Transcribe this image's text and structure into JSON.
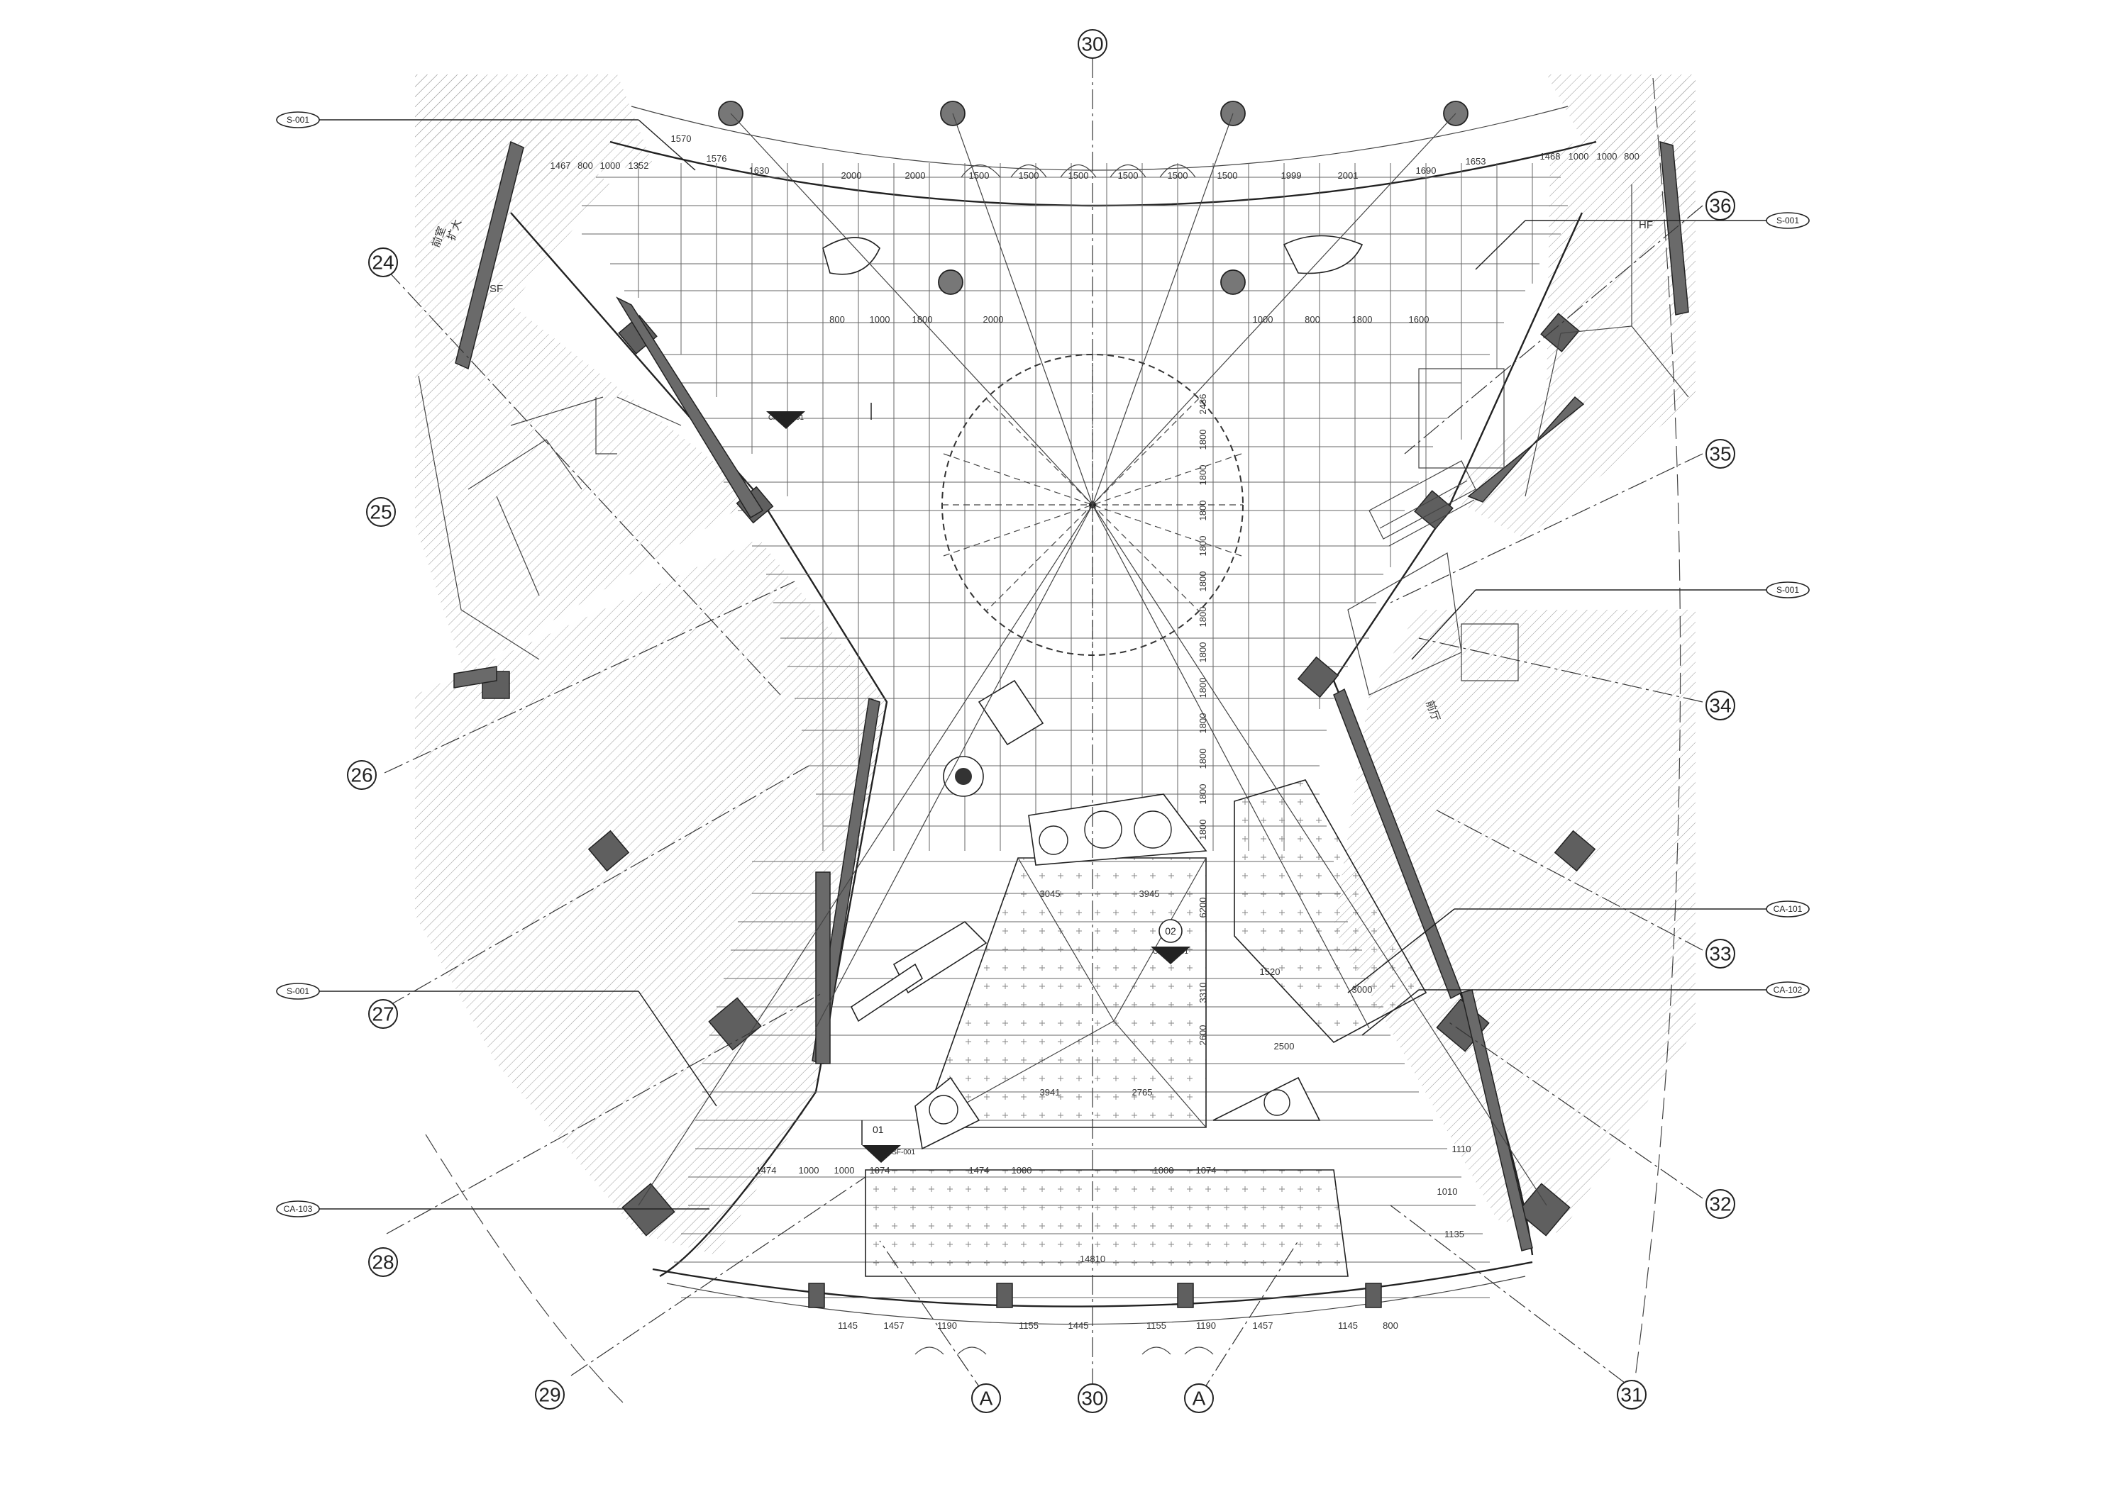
{
  "grid_bubbles": {
    "b30_top": "30",
    "b36": "36",
    "b35": "35",
    "b34": "34",
    "b33": "33",
    "b32": "32",
    "b31": "31",
    "b24": "24",
    "b25": "25",
    "b26": "26",
    "b27": "27",
    "b28": "28",
    "b29": "29",
    "bA_left": "A",
    "b30_bottom": "30",
    "bA_right": "A"
  },
  "ref_tags": {
    "s001_top_left": "S-001",
    "s001_mid_left": "S-001",
    "ca103": "CA-103",
    "s001_top_right": "S-001",
    "s001_mid_right": "S-001",
    "ca101": "CA-101",
    "ca102": "CA-102"
  },
  "section_marks": {
    "d1_num": "01",
    "d1_ref": "CA-SF-001",
    "d2_num": "02",
    "d2_ref": "CA-SF-001",
    "d3_ref": "CA-SF-001"
  },
  "room_labels": {
    "room_left_1": "扩大",
    "room_left_2": "前室",
    "room_left_3": "SF",
    "room_right_1": "HF",
    "room_right_2": "前厅"
  },
  "dimensions": {
    "top_row": [
      "2000",
      "2000",
      "1500",
      "1500",
      "1500",
      "1500",
      "1500",
      "1500",
      "1999",
      "2001",
      "1690",
      "1653",
      "1630",
      "1576",
      "1570"
    ],
    "row_top_1": [
      "1467",
      "800",
      "1000",
      "1352",
      "1468",
      "1000",
      "1000",
      "800"
    ],
    "grid_typical": [
      "800",
      "1000",
      "1800",
      "2000",
      "1000",
      "800",
      "1800",
      "1600"
    ],
    "center_vertical": [
      "2436",
      "1800",
      "1800",
      "1800",
      "1800",
      "1800",
      "1800",
      "1800",
      "1800",
      "1800",
      "1800",
      "1800",
      "1800",
      "6200",
      "3310",
      "2600"
    ],
    "bottom_row": [
      "1145",
      "1457",
      "1190",
      "1155",
      "1445",
      "1155",
      "1190",
      "1457",
      "1145",
      "800"
    ],
    "bottom_mid": [
      "14810",
      "3045",
      "3945",
      "3941",
      "2765",
      "1520",
      "3000",
      "2500"
    ],
    "row_lower": [
      "1474",
      "1000",
      "1000",
      "1074",
      "1474",
      "1000",
      "1000",
      "1074",
      "1010",
      "1135",
      "1110"
    ]
  }
}
